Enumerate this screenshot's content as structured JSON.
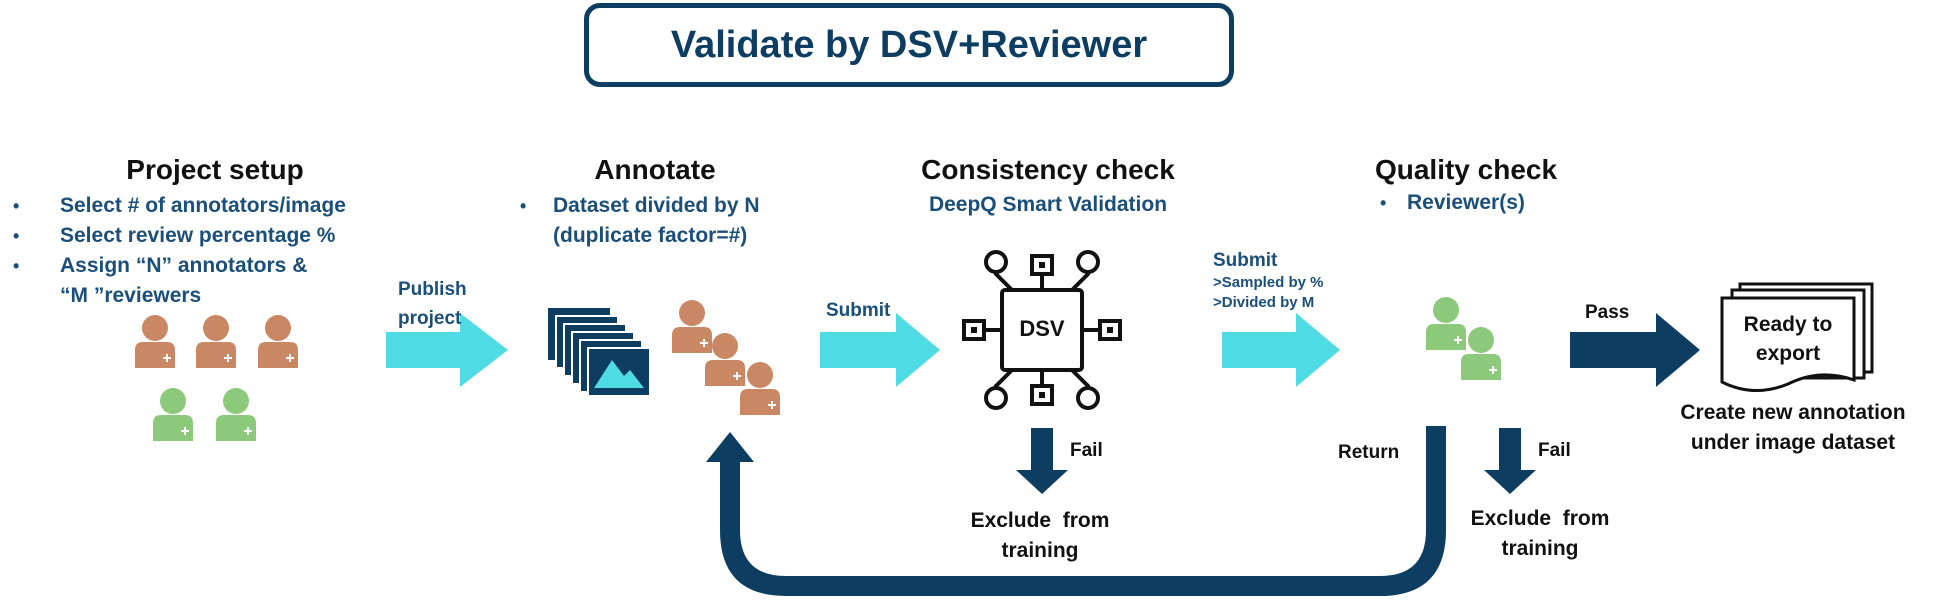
{
  "title": "Validate by DSV+Reviewer",
  "colors": {
    "navy": "#0e3d62",
    "text_blue": "#1b4f7a",
    "cyan_arrow": "#4fdbe3",
    "annotator": "#c98863",
    "reviewer": "#8cc97a"
  },
  "project_setup": {
    "heading": "Project setup",
    "bullets": [
      "Select # of annotators/image",
      "Select review percentage %",
      "Assign “N” annotators &",
      "“M ”reviewers"
    ]
  },
  "publish_arrow": {
    "line1": "Publish",
    "line2": "project"
  },
  "annotate": {
    "heading": "Annotate",
    "bullet_line1": "Dataset divided by N",
    "bullet_line2": "(duplicate factor=#)"
  },
  "submit_arrow": {
    "label": "Submit"
  },
  "consistency": {
    "heading": "Consistency check",
    "subheading": "DeepQ Smart Validation",
    "chip_label": "DSV",
    "fail_label": "Fail",
    "exclude_line1": "Exclude  from",
    "exclude_line2": "training"
  },
  "submit_arrow_2": {
    "label": "Submit",
    "line2": ">Sampled by %",
    "line3": ">Divided by M"
  },
  "quality": {
    "heading": "Quality check",
    "bullet": "Reviewer(s)",
    "fail_label": "Fail",
    "exclude_line1": "Exclude  from",
    "exclude_line2": "training",
    "return_label": "Return"
  },
  "pass_arrow": {
    "label": "Pass"
  },
  "export": {
    "doc_line1": "Ready to",
    "doc_line2": "export",
    "caption_line1": "Create new annotation",
    "caption_line2": "under image dataset"
  },
  "icons": {
    "annotator": "person-annotator-icon",
    "reviewer": "person-reviewer-icon",
    "image_stack": "image-stack-icon",
    "chip": "chip-icon",
    "document": "document-stack-icon"
  }
}
